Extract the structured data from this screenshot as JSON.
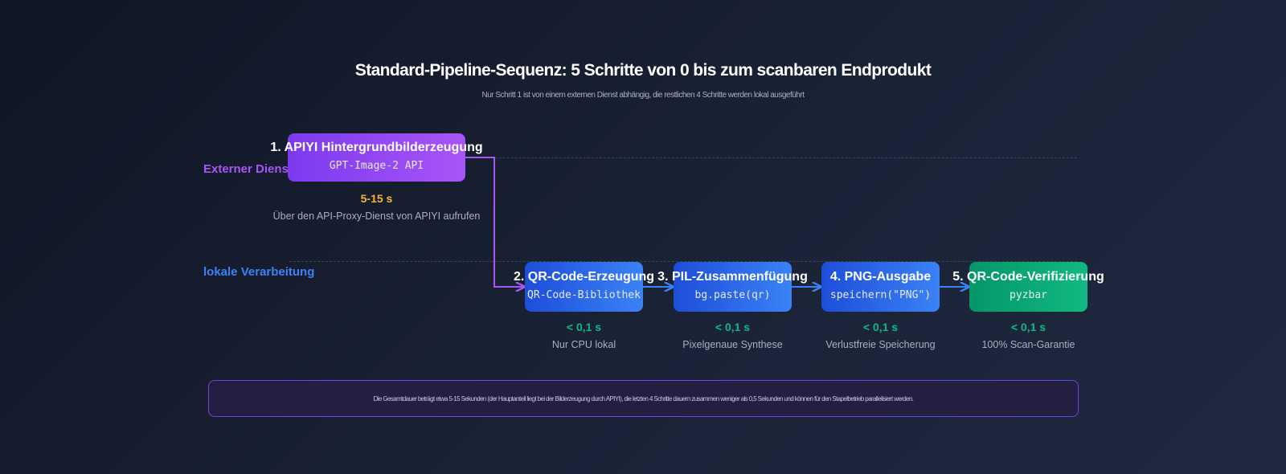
{
  "header": {
    "title": "Standard-Pipeline-Sequenz: 5 Schritte von 0 bis zum scanbaren Endprodukt",
    "subtitle": "Nur Schritt 1 ist von einem externen Dienst abhängig, die restlichen 4 Schritte werden lokal ausgeführt"
  },
  "lanes": {
    "external": {
      "label": "Externer Dienst",
      "color": "#a855f7"
    },
    "local": {
      "label": "lokale Verarbeitung",
      "color": "#3b82f6"
    }
  },
  "steps": [
    {
      "title": "1. APIYI Hintergrundbilderzeugung",
      "sub": "GPT-Image-2 API",
      "time": "5-15 s",
      "desc": "Über den API-Proxy-Dienst von APIYI aufrufen",
      "color": "#a855f7"
    },
    {
      "title": "2. QR-Code-Erzeugung",
      "sub": "QR-Code-Bibliothek",
      "time": "< 0,1 s",
      "desc": "Nur CPU lokal",
      "color": "#3b82f6"
    },
    {
      "title": "3. PIL-Zusammenfügung",
      "sub": "bg.paste(qr)",
      "time": "< 0,1 s",
      "desc": "Pixelgenaue Synthese",
      "color": "#3b82f6"
    },
    {
      "title": "4. PNG-Ausgabe",
      "sub": "speichern(\"PNG\")",
      "time": "< 0,1 s",
      "desc": "Verlustfreie Speicherung",
      "color": "#3b82f6"
    },
    {
      "title": "5. QR-Code-Verifizierung",
      "sub": "pyzbar",
      "time": "< 0,1 s",
      "desc": "100% Scan-Garantie",
      "color": "#10b981"
    }
  ],
  "note": {
    "text": "Die Gesamtdauer beträgt etwa 5-15 Sekunden (der Hauptanteil liegt bei der Bilderzeugung durch APIYI), die letzten 4 Schritte dauern zusammen weniger als 0,5 Sekunden und können für den Stapelbetrieb parallelisiert werden."
  },
  "colors": {
    "time_external": "#f5b731",
    "time_local": "#10b981",
    "arrow_external": "#a855f7",
    "arrow_local": "#3b82f6"
  }
}
